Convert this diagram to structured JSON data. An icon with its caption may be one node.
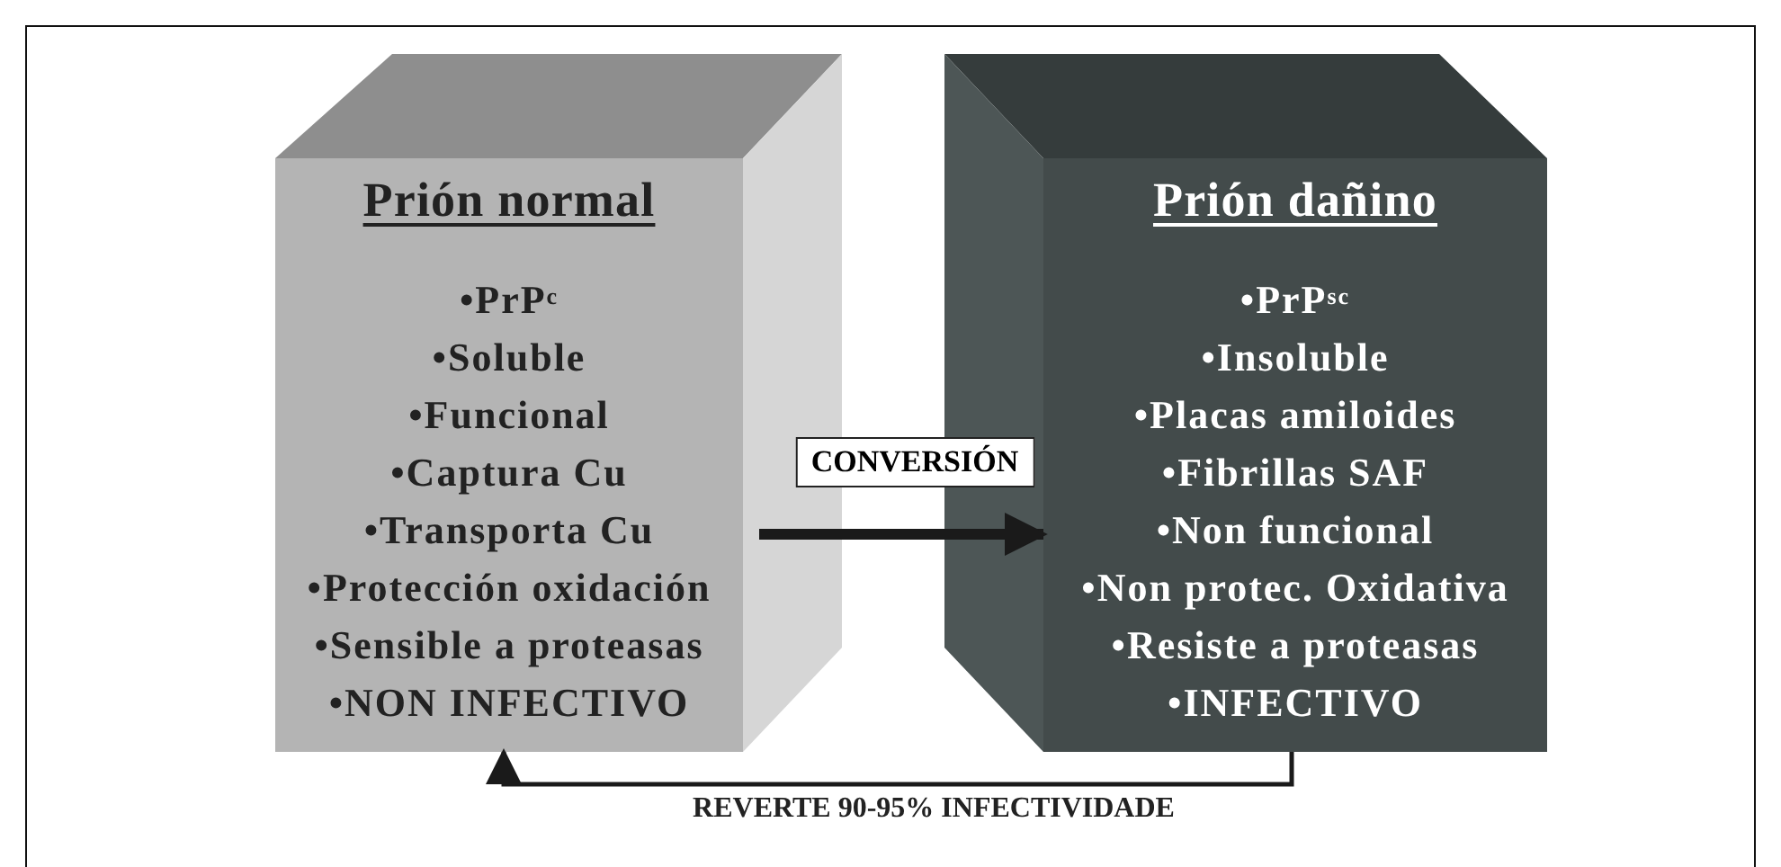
{
  "diagram": {
    "nodes": [
      {
        "text": [
          "Prión normal",
          "•PrP$^{c}$",
          "•Soluble",
          "•Funcional",
          "•Captura Cu",
          "•Transporta Cu",
          "•Protección oxidación",
          "•Sensible a proteasas",
          "•NON INFECTIVO"
        ]
      },
      {
        "text": [
          "Prión dañino",
          "•PrP$^{sc}$",
          "•Insoluble",
          "•Placas amiloides",
          "•Fibrillas SAF",
          "•Non funcional",
          "•Non protec. Oxidativa",
          "•Resiste a proteasas",
          "•INFECTIVO"
        ]
      }
    ],
    "edges": [
      {
        "from": 0,
        "to": 1,
        "arrow": "to",
        "label": "CONVERSIÓN",
        "style": "thick"
      },
      {
        "from": 1,
        "to": 0,
        "arrow": "to",
        "label": "REVERTE 90-95% INFECTIVIDADE"
      }
    ]
  }
}
